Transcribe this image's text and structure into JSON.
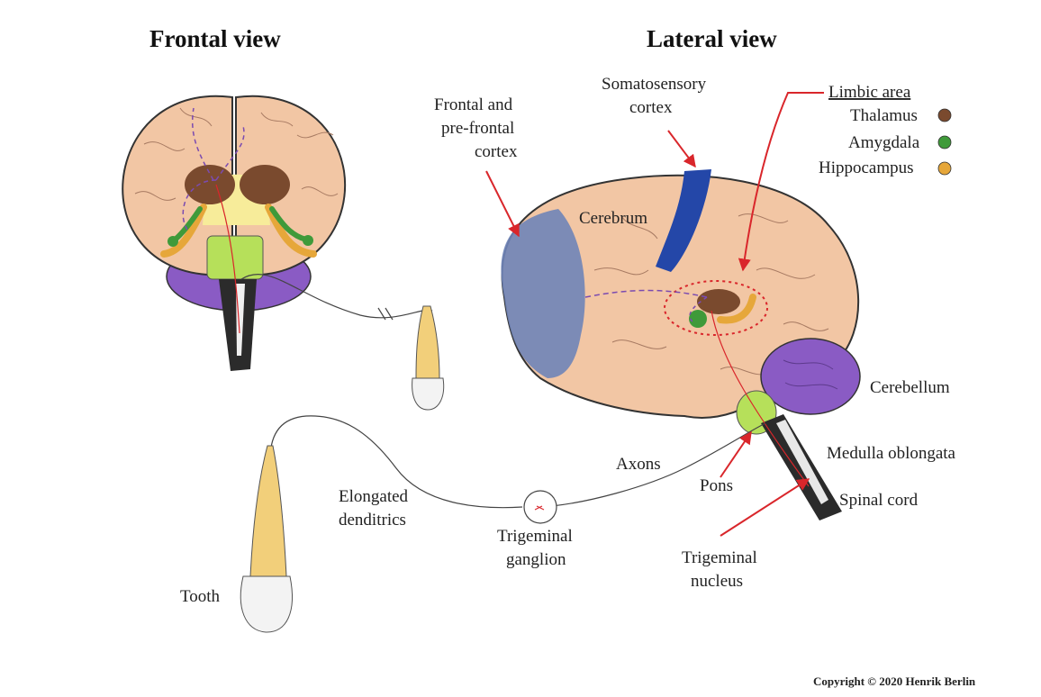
{
  "titles": {
    "frontal": "Frontal view",
    "lateral": "Lateral view"
  },
  "labels": {
    "frontal_line1": "Frontal and",
    "frontal_line2": "pre-frontal",
    "frontal_line3": "cortex",
    "soma_line1": "Somatosensory",
    "soma_line2": "cortex",
    "limbic_title": "Limbic area",
    "thalamus": "Thalamus",
    "amygdala": "Amygdala",
    "hippocampus": "Hippocampus",
    "cerebrum": "Cerebrum",
    "cerebellum": "Cerebellum",
    "medulla": "Medulla oblongata",
    "pons": "Pons",
    "spinal": "Spinal cord",
    "axons": "Axons",
    "dend_line1": "Elongated",
    "dend_line2": "denditrics",
    "tg_line1": "Trigeminal",
    "tg_line2": "ganglion",
    "tn_line1": "Trigeminal",
    "tn_line2": "nucleus",
    "tooth": "Tooth",
    "copyright": "Copyright © 2020 Henrik Berlin"
  },
  "colors": {
    "cortex": "#f2c6a4",
    "thalamus": "#7a4a2e",
    "amygdala": "#3f9a3a",
    "hippocampus": "#e6a73a",
    "cerebellum": "#8a5bc4",
    "pons": "#b6e05a",
    "frontal_cortex": "#6f84b8",
    "somatosensory": "#2447a8",
    "arrow": "#d9262b",
    "nerve": "#7b4bb0"
  }
}
